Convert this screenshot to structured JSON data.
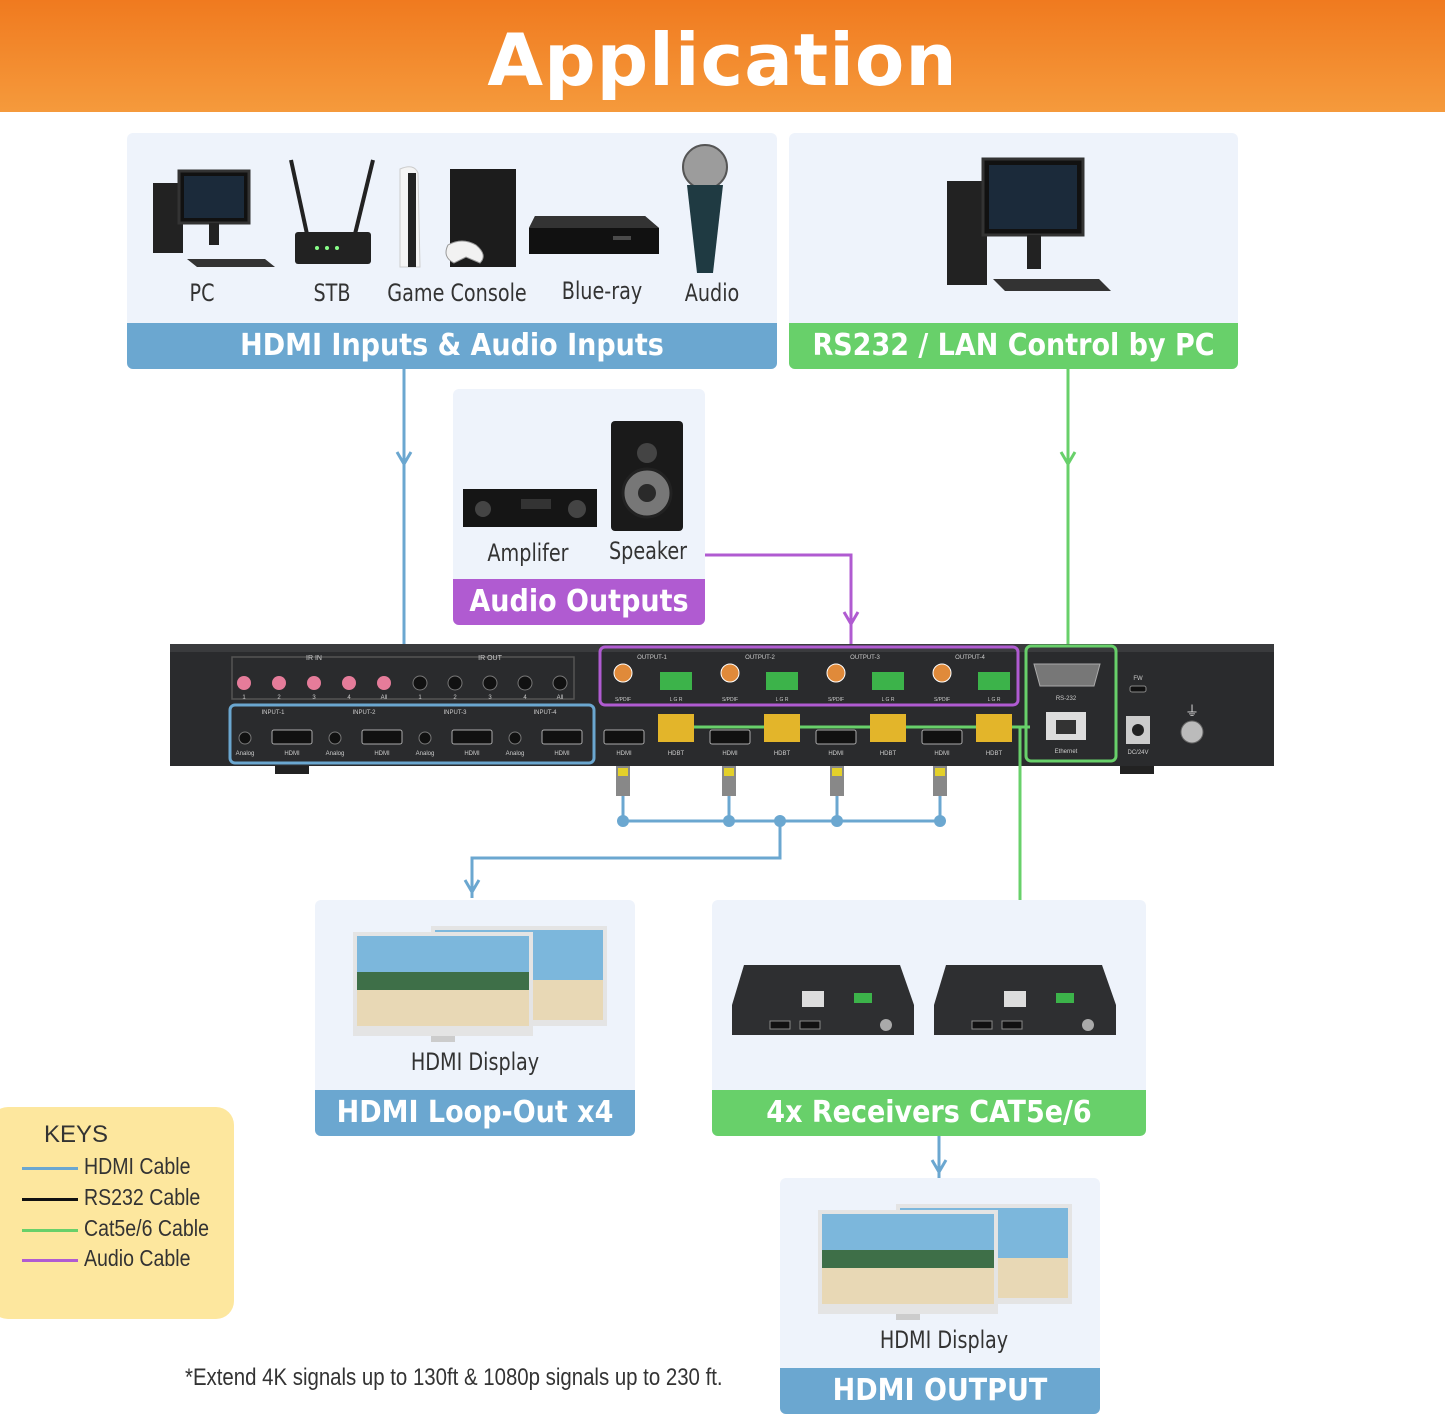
{
  "header": {
    "title": "Application"
  },
  "inputs_panel": {
    "devices": [
      "PC",
      "STB",
      "Game Console",
      "Blue-ray",
      "Audio"
    ],
    "bar_label": "HDMI Inputs & Audio Inputs"
  },
  "control_panel": {
    "bar_label": "RS232 / LAN Control by PC"
  },
  "audio_panel": {
    "devices": [
      "Amplifer",
      "Speaker"
    ],
    "bar_label": "Audio Outputs"
  },
  "switcher": {
    "ir_in_label": "IR IN",
    "ir_out_label": "IR OUT",
    "ir_ports": [
      "1",
      "2",
      "3",
      "4",
      "All"
    ],
    "input_labels": [
      "INPUT-1",
      "INPUT-2",
      "INPUT-3",
      "INPUT-4"
    ],
    "input_port_labels": [
      "Analog",
      "HDMI"
    ],
    "output_labels": [
      "OUTPUT-1",
      "OUTPUT-2",
      "OUTPUT-3",
      "OUTPUT-4"
    ],
    "output_port_labels": [
      "S/PDIF",
      "L G R",
      "HDMI",
      "HDBT"
    ],
    "rs232_label": "RS-232",
    "ethernet_label": "Ethernet",
    "fw_label": "FW",
    "power_label": "DC/24V"
  },
  "loopout_panel": {
    "device": "HDMI Display",
    "bar_label": "HDMI Loop-Out x4"
  },
  "receivers_panel": {
    "bar_label": "4x Receivers CAT5e/6"
  },
  "output_panel": {
    "device": "HDMI Display",
    "bar_label": "HDMI OUTPUT"
  },
  "keys": {
    "title": "KEYS",
    "items": [
      {
        "label": "HDMI Cable",
        "color": "#6ba7d0"
      },
      {
        "label": "RS232 Cable",
        "color": "#111111"
      },
      {
        "label": "Cat5e/6 Cable",
        "color": "#68d06a"
      },
      {
        "label": "Audio Cable",
        "color": "#b05bd1"
      }
    ]
  },
  "colors": {
    "hdmi": "#6ba7d0",
    "rs232": "#111111",
    "cat": "#68d06a",
    "audio": "#b05bd1",
    "banner": "#f07a1f"
  },
  "footnote": "*Extend 4K signals up to 130ft & 1080p signals up to 230 ft."
}
